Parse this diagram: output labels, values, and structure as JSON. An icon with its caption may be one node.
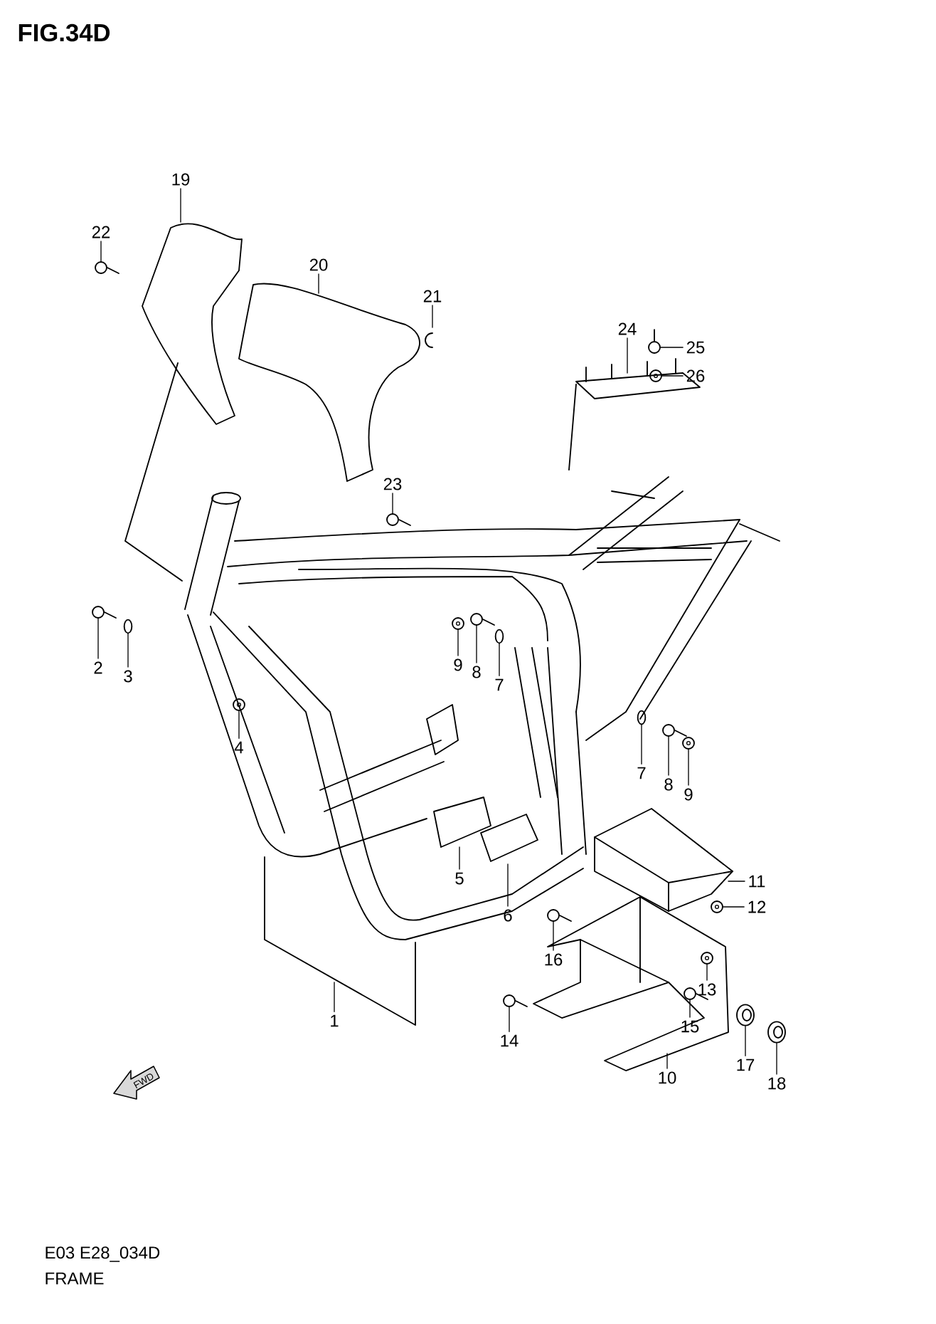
{
  "diagram": {
    "title": "FIG.34D",
    "nodes": [
      {
        "text": [
          "19"
        ]
      },
      {
        "text": [
          "22"
        ]
      },
      {
        "text": [
          "20"
        ]
      },
      {
        "text": [
          "21"
        ]
      },
      {
        "text": [
          "24"
        ]
      },
      {
        "text": [
          "25"
        ]
      },
      {
        "text": [
          "26"
        ]
      },
      {
        "text": [
          "23"
        ]
      },
      {
        "text": [
          "9"
        ]
      },
      {
        "text": [
          "2"
        ]
      },
      {
        "text": [
          "8"
        ]
      },
      {
        "text": [
          "3"
        ]
      },
      {
        "text": [
          "7"
        ]
      },
      {
        "text": [
          "4"
        ]
      },
      {
        "text": [
          "7"
        ]
      },
      {
        "text": [
          "8"
        ]
      },
      {
        "text": [
          "9"
        ]
      },
      {
        "text": [
          "5"
        ]
      },
      {
        "text": [
          "11"
        ]
      },
      {
        "text": [
          "12"
        ]
      },
      {
        "text": [
          "6"
        ]
      },
      {
        "text": [
          "16"
        ]
      },
      {
        "text": [
          "13"
        ]
      },
      {
        "text": [
          "1"
        ]
      },
      {
        "text": [
          "15"
        ]
      },
      {
        "text": [
          "14"
        ]
      },
      {
        "text": [
          "17"
        ]
      },
      {
        "text": [
          "10"
        ]
      },
      {
        "text": [
          "18"
        ]
      },
      {
        "text": [],
        "shape": "bolt"
      },
      {
        "text": [],
        "shape": "bolt"
      },
      {
        "text": [],
        "shape": "nut"
      },
      {
        "text": [],
        "shape": "bolt"
      },
      {
        "text": [],
        "shape": "nut"
      },
      {
        "text": [],
        "shape": "bolt"
      },
      {
        "text": [],
        "shape": "bolt"
      },
      {
        "text": [],
        "shape": "washer"
      },
      {
        "text": [],
        "shape": "washer"
      },
      {
        "text": [],
        "shape": "nut"
      },
      {
        "text": [],
        "shape": "washer"
      },
      {
        "text": [],
        "shape": "bolt"
      },
      {
        "text": [],
        "shape": "nut"
      },
      {
        "text": [],
        "shape": "nut"
      },
      {
        "text": [],
        "shape": "bolt"
      },
      {
        "text": [],
        "shape": "nut"
      },
      {
        "text": [],
        "shape": "bolt"
      },
      {
        "text": [],
        "shape": "bolt"
      },
      {
        "text": [],
        "shape": "grommet"
      },
      {
        "text": [],
        "shape": "grommet"
      }
    ],
    "edges": [
      {
        "from": 0,
        "to": null,
        "arrow": "none"
      },
      {
        "from": 1,
        "to": 29,
        "arrow": "none"
      },
      {
        "from": 2,
        "to": null,
        "arrow": "none"
      },
      {
        "from": 3,
        "to": null,
        "arrow": "none"
      },
      {
        "from": 4,
        "to": null,
        "arrow": "none"
      },
      {
        "from": 5,
        "to": 30,
        "arrow": "none"
      },
      {
        "from": 6,
        "to": 31,
        "arrow": "none"
      },
      {
        "from": 7,
        "to": 32,
        "arrow": "none"
      },
      {
        "from": 8,
        "to": 33,
        "arrow": "none"
      },
      {
        "from": 9,
        "to": 34,
        "arrow": "none"
      },
      {
        "from": 10,
        "to": 35,
        "arrow": "none"
      },
      {
        "from": 11,
        "to": 36,
        "arrow": "none"
      },
      {
        "from": 12,
        "to": 37,
        "arrow": "none"
      },
      {
        "from": 13,
        "to": 38,
        "arrow": "none"
      },
      {
        "from": 14,
        "to": 39,
        "arrow": "none"
      },
      {
        "from": 15,
        "to": 40,
        "arrow": "none"
      },
      {
        "from": 16,
        "to": 41,
        "arrow": "none"
      },
      {
        "from": 17,
        "to": null,
        "arrow": "none"
      },
      {
        "from": 18,
        "to": null,
        "arrow": "none"
      },
      {
        "from": 19,
        "to": 42,
        "arrow": "none"
      },
      {
        "from": 20,
        "to": null,
        "arrow": "none"
      },
      {
        "from": 21,
        "to": 43,
        "arrow": "none"
      },
      {
        "from": 22,
        "to": 44,
        "arrow": "none"
      },
      {
        "from": 23,
        "to": null,
        "arrow": "none"
      },
      {
        "from": 24,
        "to": 45,
        "arrow": "none"
      },
      {
        "from": 25,
        "to": 46,
        "arrow": "none"
      },
      {
        "from": 26,
        "to": 47,
        "arrow": "none"
      },
      {
        "from": 27,
        "to": null,
        "arrow": "none"
      },
      {
        "from": 28,
        "to": 48,
        "arrow": "none"
      }
    ],
    "labels": [
      "FWD",
      "E03 E28_034D",
      "FRAME"
    ]
  }
}
